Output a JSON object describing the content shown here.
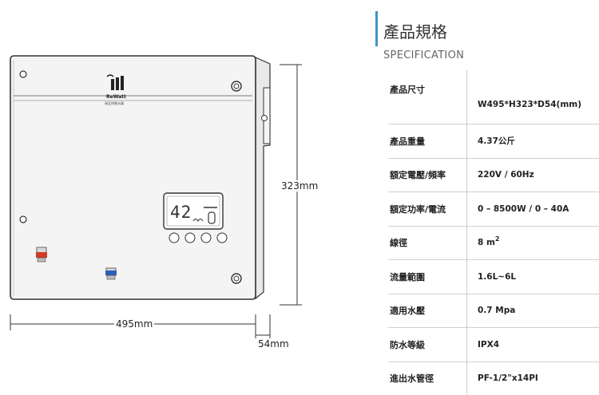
{
  "drawing": {
    "brand_name": "ReWatt",
    "brand_sub": "瑞瓦特熱水器",
    "lcd_temperature": "42",
    "dimension_height": "323mm",
    "dimension_width": "495mm",
    "dimension_depth": "54mm"
  },
  "spec": {
    "title_zh": "產品規格",
    "title_en": "SPECIFICATION",
    "rows": [
      {
        "label": "產品尺寸",
        "value": "W495*H323*D54(mm)"
      },
      {
        "label": "產品重量",
        "value": "4.37公斤"
      },
      {
        "label": "額定電壓/頻率",
        "value": "220V / 60Hz"
      },
      {
        "label": "額定功率/電流",
        "value": "0 – 8500W / 0 – 40A"
      },
      {
        "label": "線徑",
        "value": "8 m",
        "value_sup": "2"
      },
      {
        "label": "流量範圍",
        "value": "1.6L~6L"
      },
      {
        "label": "適用水壓",
        "value": "0.7 Mpa"
      },
      {
        "label": "防水等級",
        "value": "IPX4"
      },
      {
        "label": "進出水管徑",
        "value": "PF-1/2\"x14PI"
      }
    ]
  },
  "colors": {
    "accent": "#3a93c9",
    "hot_pipe": "#d23a2a",
    "cold_pipe": "#2a5fb8"
  }
}
